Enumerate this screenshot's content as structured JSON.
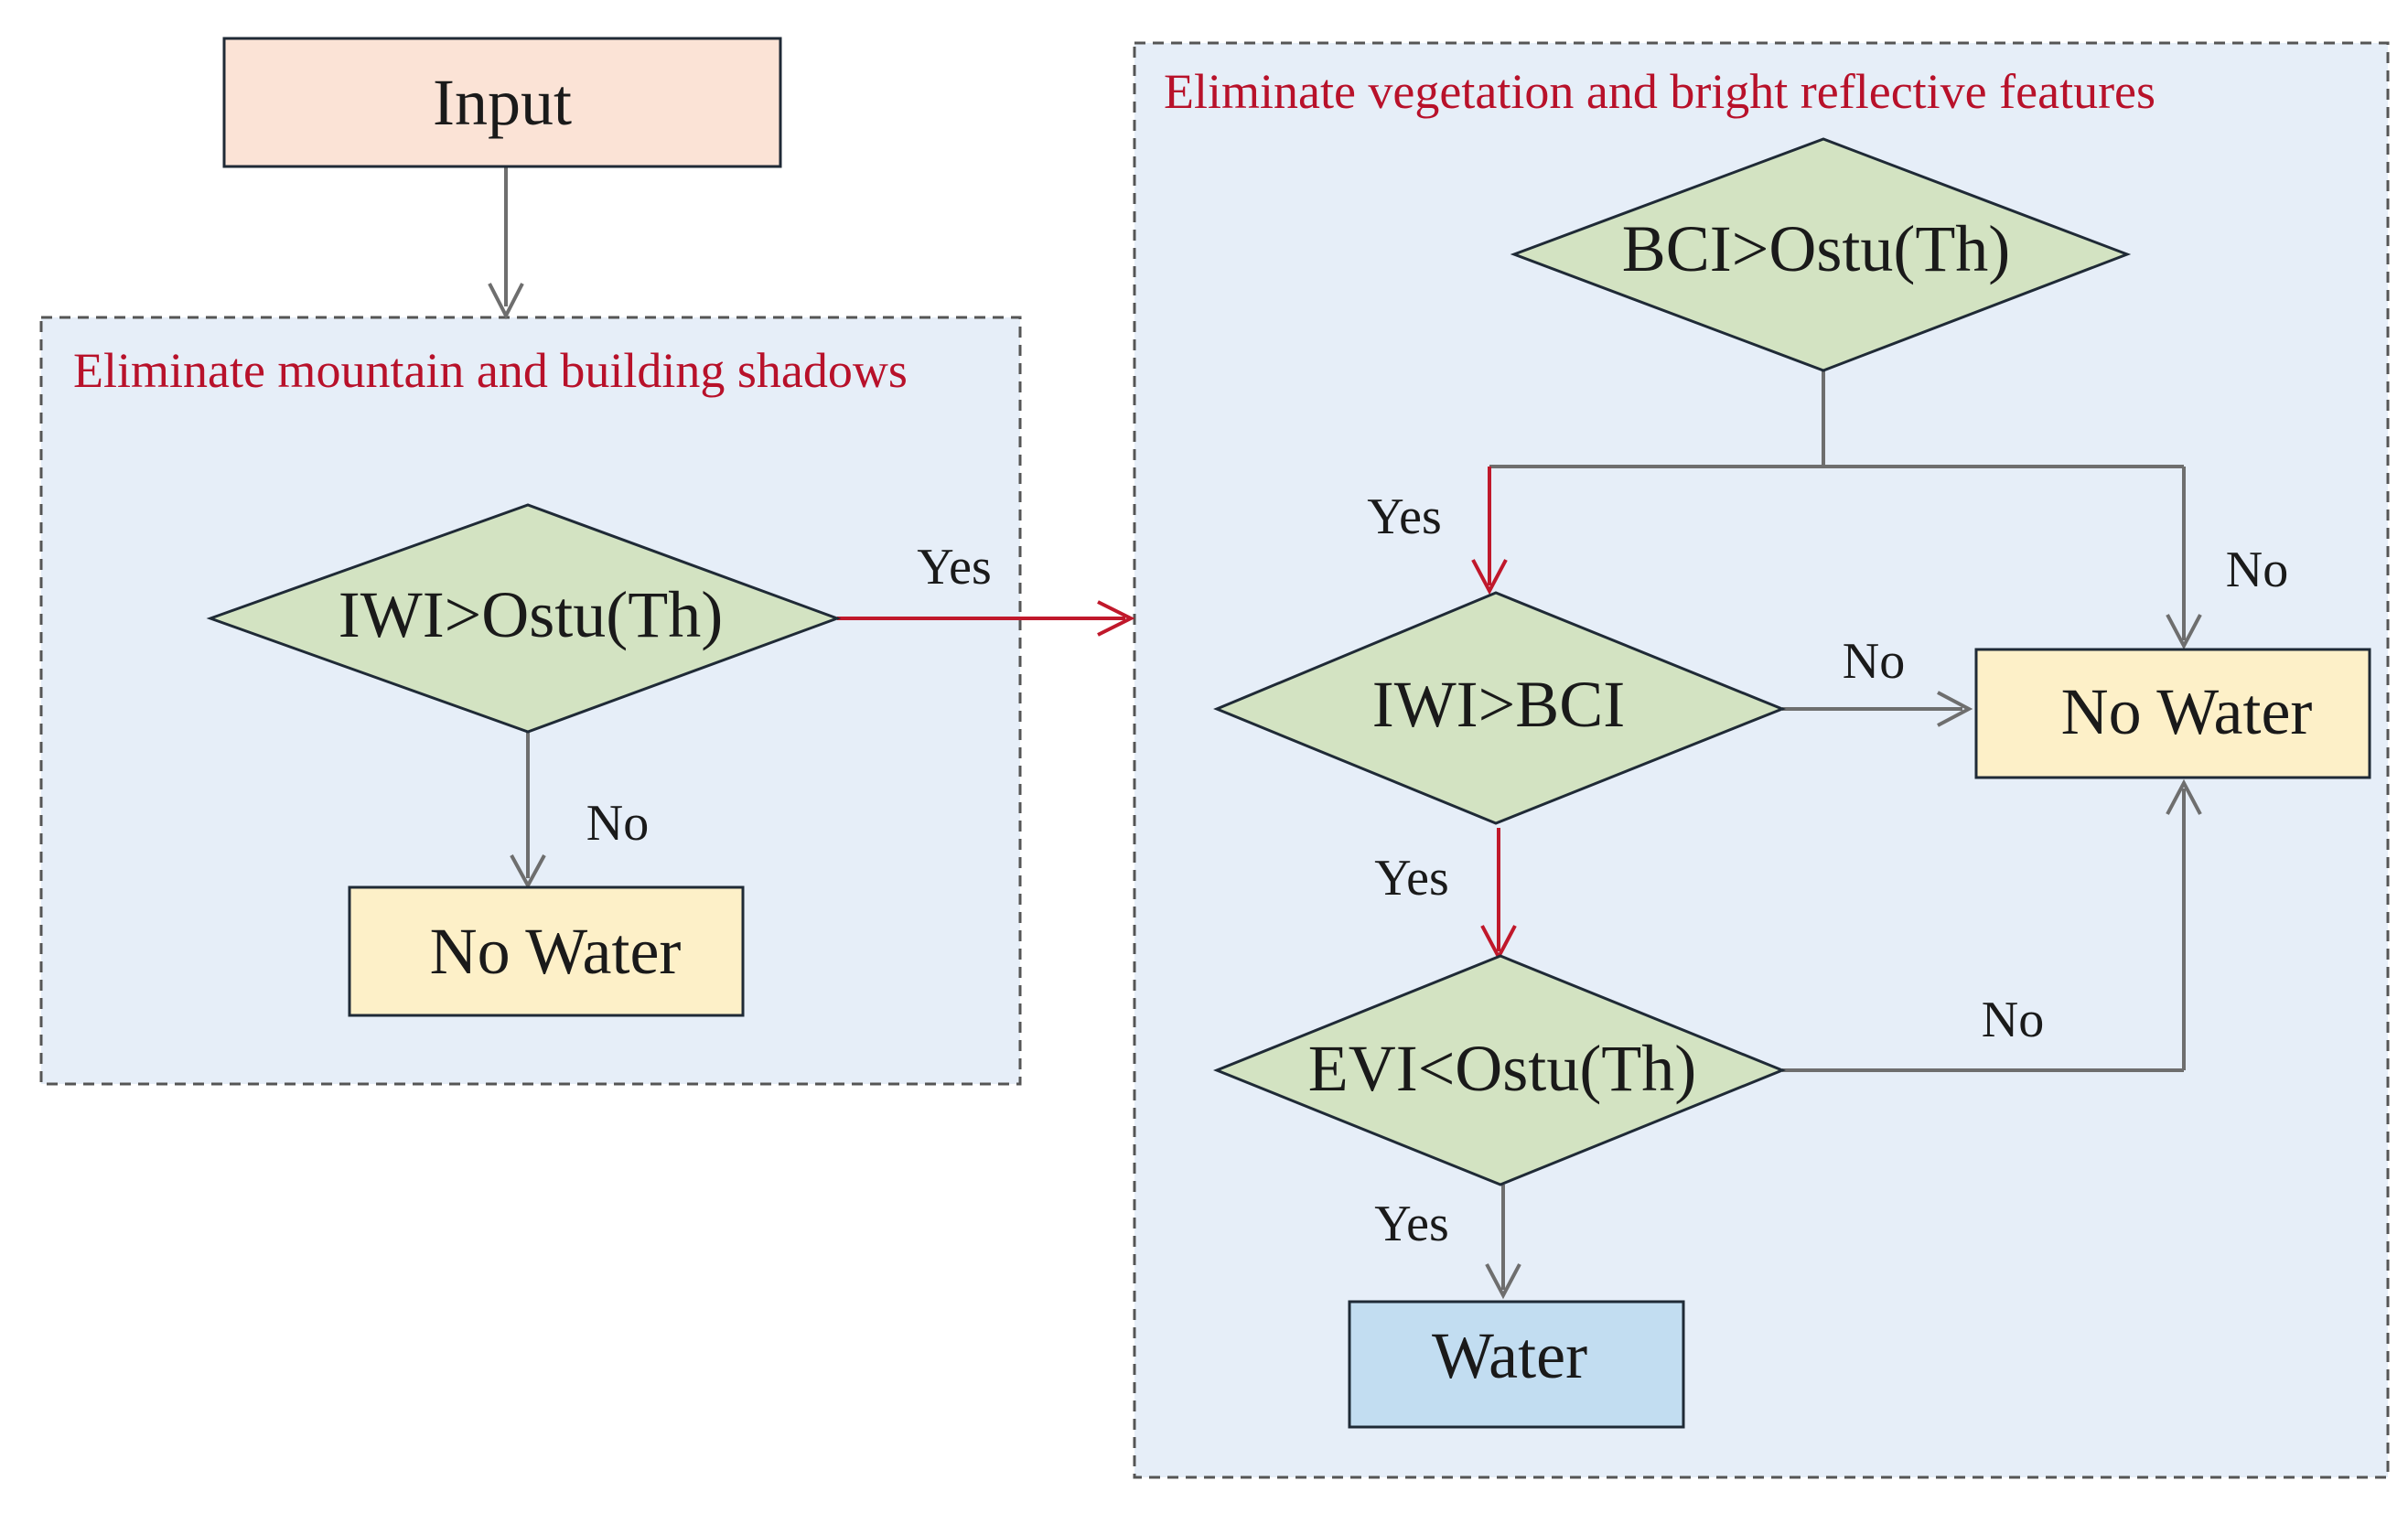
{
  "colors": {
    "section_fill": "#e6eef8",
    "section_border": "#555555",
    "input_fill": "#fbe3d6",
    "decision_fill": "#d3e3c2",
    "nowater_fill": "#fdf0c8",
    "water_fill": "#c2ddf1",
    "shape_border": "#1f2a36",
    "arrow_gray": "#6e6e6e",
    "arrow_red": "#c0182b",
    "title_red": "#b8112a"
  },
  "nodes": {
    "input": "Input",
    "iwi_ostu": "IWI>Ostu(Th)",
    "no_water_left": "No Water",
    "bci_ostu": "BCI>Ostu(Th)",
    "iwi_bci": "IWI>BCI",
    "evi_ostu": "EVI<Ostu(Th)",
    "no_water_right": "No Water",
    "water": "Water"
  },
  "sections": {
    "shadows": "Eliminate mountain and building shadows",
    "vegetation": "Eliminate vegetation and bright reflective features"
  },
  "edge_labels": {
    "iwi_ostu_yes": "Yes",
    "iwi_ostu_no": "No",
    "bci_yes": "Yes",
    "bci_no": "No",
    "iwi_bci_no": "No",
    "iwi_bci_yes": "Yes",
    "evi_no": "No",
    "evi_yes": "Yes"
  }
}
